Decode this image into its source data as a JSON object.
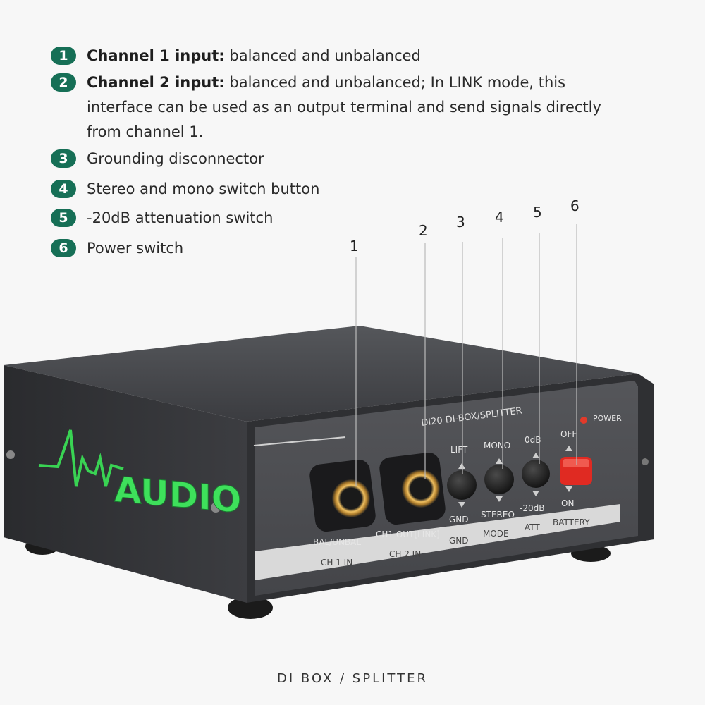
{
  "features": [
    {
      "number": "1",
      "title": "Channel 1 input:",
      "text": "balanced and unbalanced"
    },
    {
      "number": "2",
      "title": "Channel 2 input:",
      "text": "balanced and unbalanced; In LINK mode, this interface can be used as an output terminal and send signals directly from channel 1."
    },
    {
      "number": "3",
      "title": "",
      "text": "Grounding disconnector"
    },
    {
      "number": "4",
      "title": "",
      "text": "Stereo and mono switch button"
    },
    {
      "number": "5",
      "title": "",
      "text": "-20dB attenuation switch"
    },
    {
      "number": "6",
      "title": "",
      "text": "Power switch"
    }
  ],
  "callouts": [
    "1",
    "2",
    "3",
    "4",
    "5",
    "6"
  ],
  "device": {
    "model": "DI20",
    "product_label": "DI-BOX/SPLITTER",
    "brand_logo": "AUDIO",
    "power_led_label": "POWER",
    "jacks": [
      {
        "label": "BAL/UNBAL",
        "group": "CH 1 IN"
      },
      {
        "label": "CH1 OUT[LINK]",
        "group": "CH 2 IN"
      }
    ],
    "switches": [
      {
        "top": "LIFT",
        "bottom": "GND",
        "group": "GND"
      },
      {
        "top": "MONO",
        "bottom": "STEREO",
        "group": "MODE"
      },
      {
        "top": "0dB",
        "bottom": "-20dB",
        "group": "ATT"
      },
      {
        "top": "OFF",
        "bottom": "ON",
        "group": "BATTERY"
      }
    ]
  },
  "colors": {
    "accent": "#166f56",
    "chassis": "#3a3b3e",
    "panel": "#4a4b4f",
    "power_button": "#e02a22",
    "logo_green": "#39d353"
  },
  "caption": "DI BOX / SPLITTER"
}
